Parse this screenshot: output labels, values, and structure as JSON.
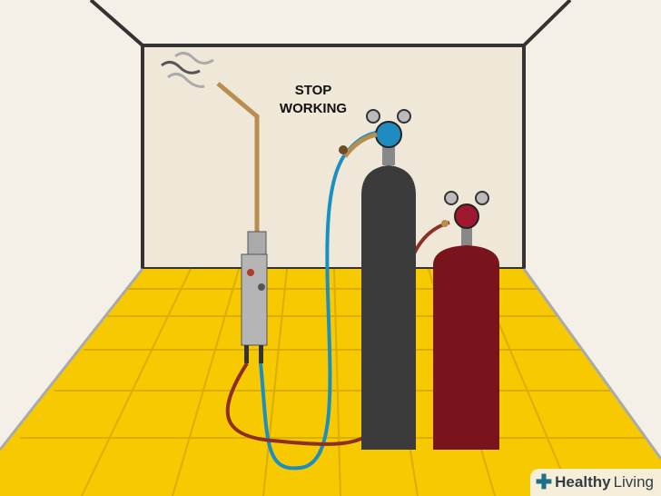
{
  "caption": {
    "line1": "STOP",
    "line2": "WORKING"
  },
  "watermark": {
    "bold": "Healthy",
    "regular": "Living"
  },
  "colors": {
    "floor": "#f6c900",
    "wall": "#efe7d8",
    "oxygen_tank": "#3b3b3b",
    "acetylene_tank": "#7a141c",
    "blue_hose": "#1c8fc2",
    "red_hose": "#8e2f24"
  }
}
